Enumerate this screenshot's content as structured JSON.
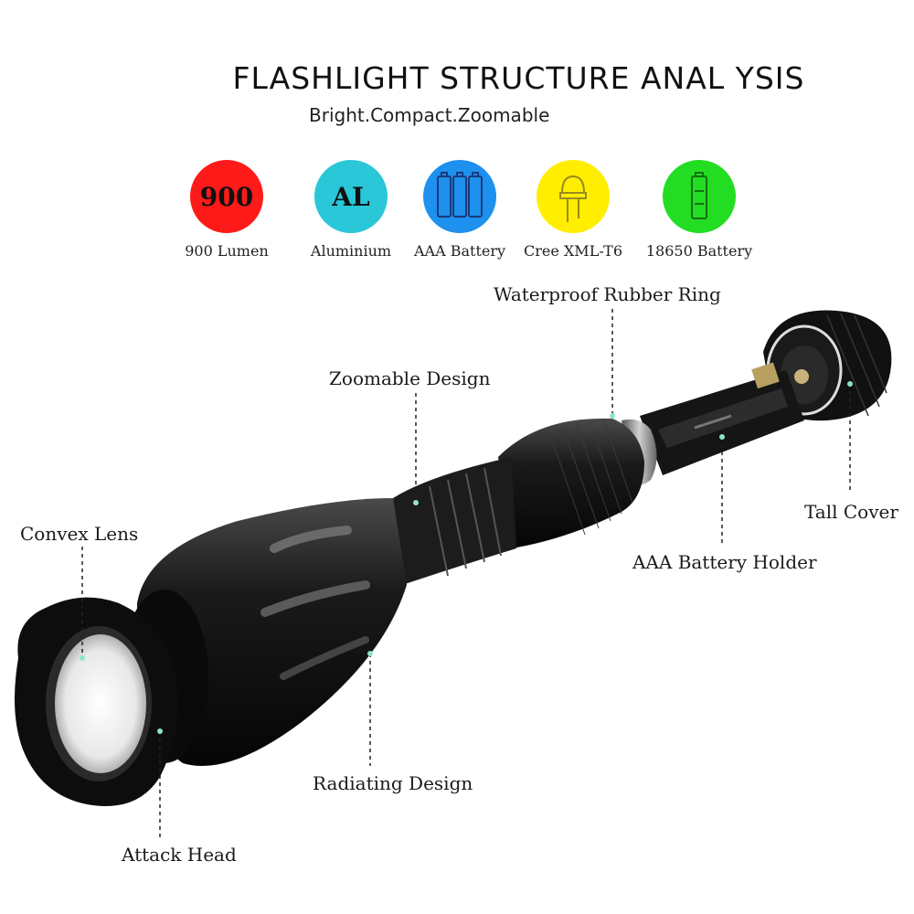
{
  "header": {
    "title": "FLASHLIGHT STRUCTURE ANAL YSIS",
    "subtitle": "Bright.Compact.Zoomable"
  },
  "features": [
    {
      "badge": "900",
      "label": "900 Lumen",
      "color": "#ff1a1a",
      "icon": "lumen-badge"
    },
    {
      "badge": "AL",
      "label": "Aluminium",
      "color": "#29c7d8",
      "icon": "aluminium-badge"
    },
    {
      "badge": "",
      "label": "AAA Battery",
      "color": "#1e90ee",
      "icon": "aaa-battery-icon"
    },
    {
      "badge": "",
      "label": "Cree XML-T6",
      "color": "#ffee00",
      "icon": "led-icon"
    },
    {
      "badge": "",
      "label": "18650 Battery",
      "color": "#22dd22",
      "icon": "18650-battery-icon"
    }
  ],
  "callouts": {
    "waterproof_ring": "Waterproof Rubber Ring",
    "zoomable_design": "Zoomable Design",
    "convex_lens": "Convex Lens",
    "tall_cover": "Tall Cover",
    "aaa_battery_holder": "AAA Battery Holder",
    "radiating_design": "Radiating Design",
    "attack_head": "Attack Head"
  }
}
